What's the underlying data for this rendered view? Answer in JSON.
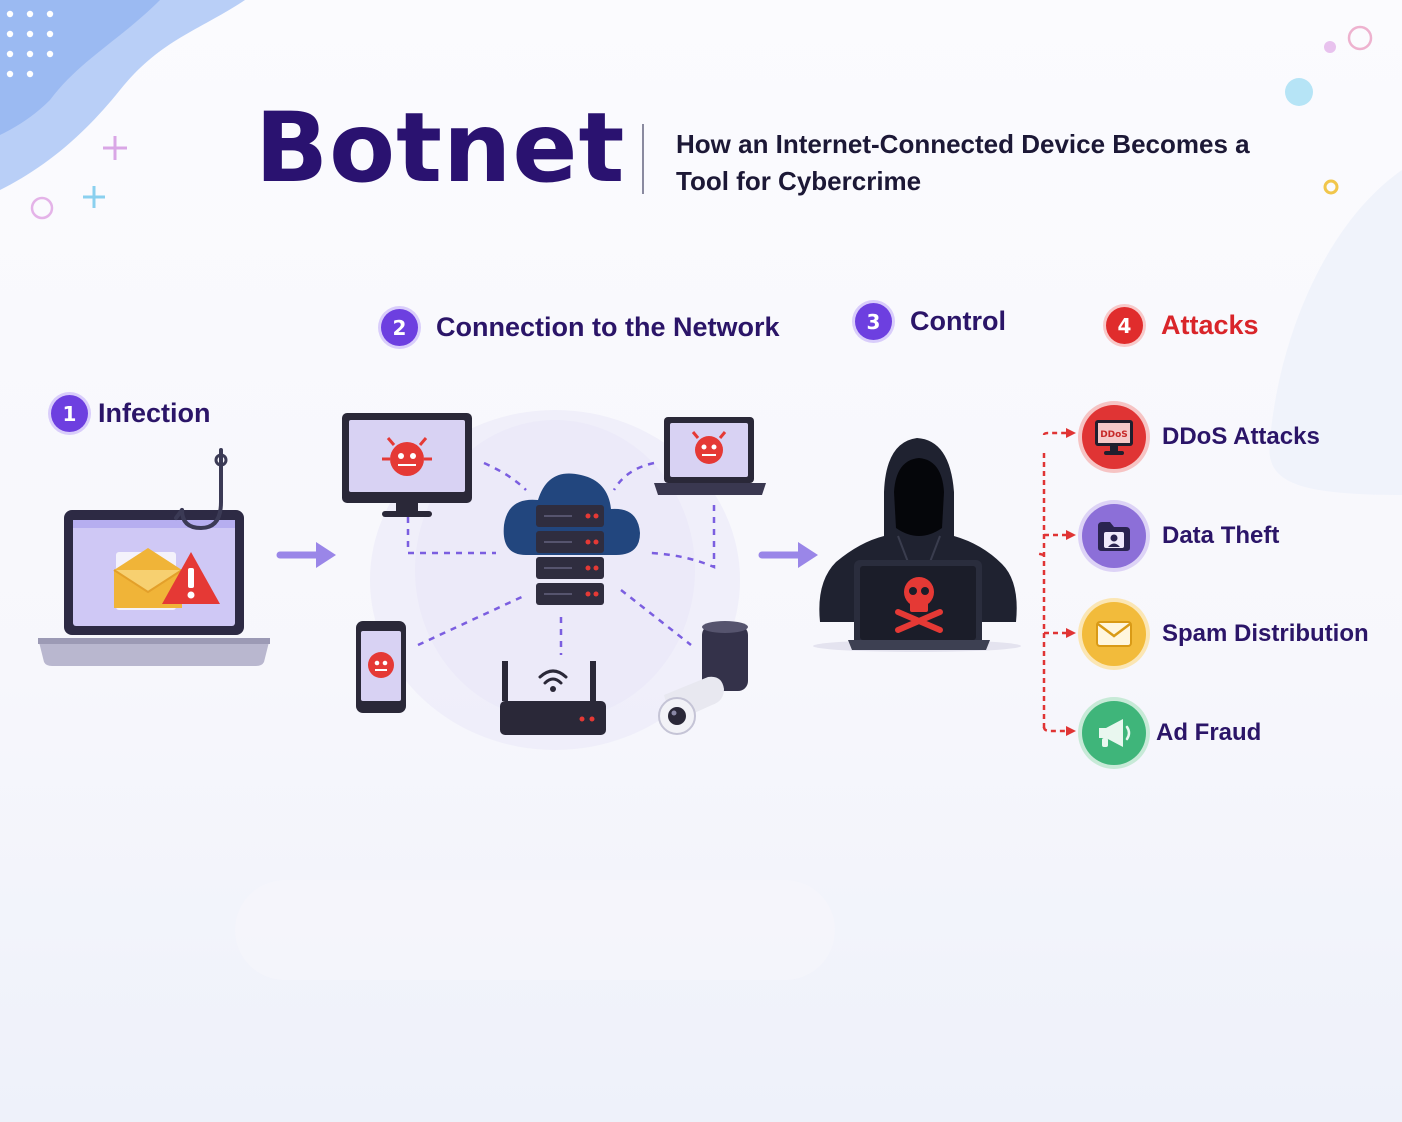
{
  "header": {
    "title": "Botnet",
    "subtitle": "How an Internet-Connected Device Becomes a Tool for Cybercrime"
  },
  "steps": [
    {
      "number": "1",
      "label": "Infection",
      "color": "#6d3fe0"
    },
    {
      "number": "2",
      "label": "Connection to the Network",
      "color": "#6d3fe0"
    },
    {
      "number": "3",
      "label": "Control",
      "color": "#6d3fe0"
    },
    {
      "number": "4",
      "label": "Attacks",
      "color": "#e02c2c"
    }
  ],
  "attacks": [
    {
      "label": "DDoS Attacks",
      "icon": "ddos-monitor-icon",
      "color": "#e03434",
      "icon_text": "DDoS"
    },
    {
      "label": "Data Theft",
      "icon": "folder-user-icon",
      "color": "#8c6fd8"
    },
    {
      "label": "Spam Distribution",
      "icon": "envelope-icon",
      "color": "#f2bb3b"
    },
    {
      "label": "Ad Fraud",
      "icon": "megaphone-icon",
      "color": "#3fb57a"
    }
  ],
  "icons": {
    "infection": [
      "laptop-icon",
      "fishing-hook-icon",
      "envelope-warning-icon"
    ],
    "network": [
      "infected-monitor-icon",
      "infected-laptop-icon",
      "cloud-server-icon",
      "infected-phone-icon",
      "wifi-router-icon",
      "smart-speaker-icon",
      "security-camera-icon"
    ],
    "control": [
      "hooded-hacker-icon",
      "skull-crossbones-icon"
    ]
  },
  "colors": {
    "title": "#2a1270",
    "step_text": "#2b1568",
    "attack_heading": "#d9252a",
    "arrow": "#9a86e8",
    "dashed_connector": "#7b5ee0",
    "attack_connector": "#e03434"
  }
}
